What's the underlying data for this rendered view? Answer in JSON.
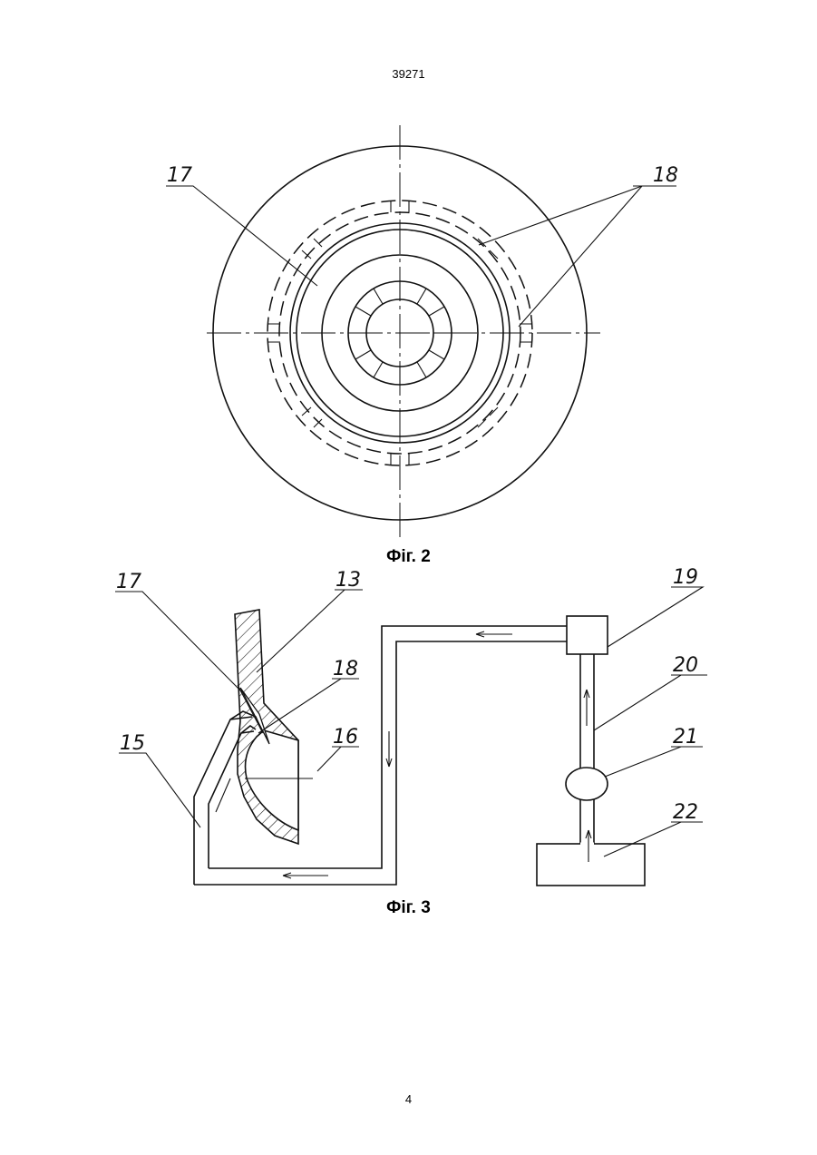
{
  "page": {
    "doc_number": "39271",
    "page_number": "4"
  },
  "figures": [
    {
      "caption": "Фіг. 2",
      "labels": [
        "17",
        "18"
      ]
    },
    {
      "caption": "Фіг. 3",
      "labels": [
        "17",
        "13",
        "18",
        "16",
        "15",
        "19",
        "20",
        "21",
        "22"
      ]
    }
  ]
}
